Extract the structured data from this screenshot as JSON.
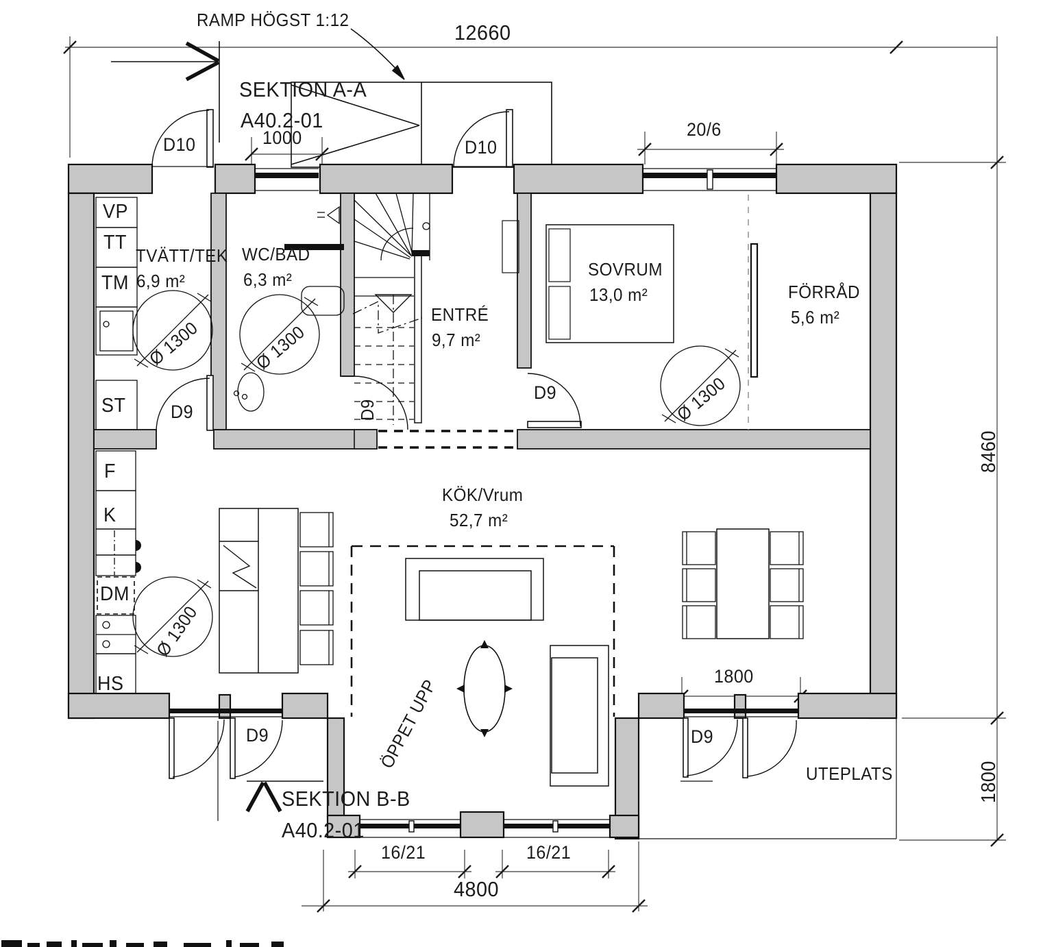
{
  "drawing": {
    "annotations": {
      "ramp_note": "RAMP HÖGST 1:12",
      "section_a": {
        "label": "SEKTION A-A",
        "ref": "A40.2-01"
      },
      "section_b": {
        "label": "SEKTION B-B",
        "ref": "A40.2-01"
      },
      "oppet_upp": "ÖPPET UPP",
      "uteplats": "UTEPLATS"
    },
    "rooms": [
      {
        "name": "TVÄTT/TEK",
        "area": "6,9 m²"
      },
      {
        "name": "WC/BAD",
        "area": "6,3 m²"
      },
      {
        "name": "ENTRÉ",
        "area": "9,7 m²"
      },
      {
        "name": "SOVRUM",
        "area": "13,0 m²"
      },
      {
        "name": "FÖRRÅD",
        "area": "5,6 m²"
      },
      {
        "name": "KÖK/Vrum",
        "area": "52,7 m²"
      }
    ],
    "doors": {
      "d10": "D10",
      "d9": "D9"
    },
    "turning_circle": "Ø 1300",
    "dimensions": {
      "top_width": "12660",
      "top_window": "1000",
      "bedroom_window": "20/6",
      "house_depth": "8460",
      "patio_depth": "1800",
      "patio_door": "1800",
      "bay_window_left": "16/21",
      "bay_window_right": "16/21",
      "bay_width": "4800"
    },
    "fixtures": {
      "vp": "VP",
      "tt": "TT",
      "tm": "TM",
      "st": "ST",
      "f": "F",
      "k": "K",
      "dm": "DM",
      "hs": "HS"
    }
  }
}
